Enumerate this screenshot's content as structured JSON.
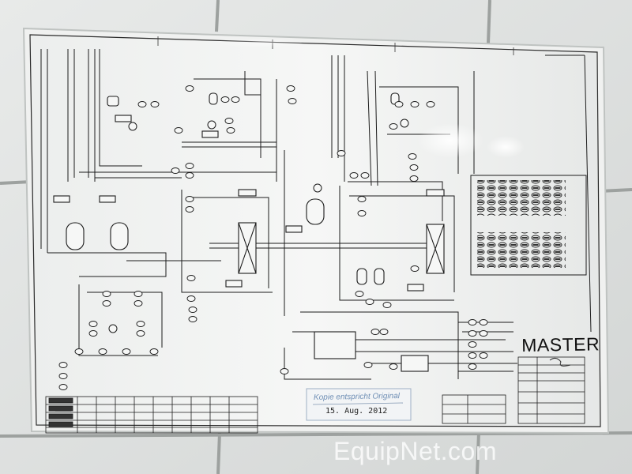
{
  "labels": {
    "master": "MASTER",
    "stamp_text": "Kopie entspricht Original",
    "stamp_date": "15. Aug. 2012",
    "watermark": "EquipNet.com"
  },
  "colors": {
    "wall_tile": "#e4e6e5",
    "grout": "#9da19f",
    "paper": "#f4f5f4",
    "ink": "#1c1c1c",
    "stamp_blue": "#6f8fb5",
    "watermark": "#ffffff"
  }
}
